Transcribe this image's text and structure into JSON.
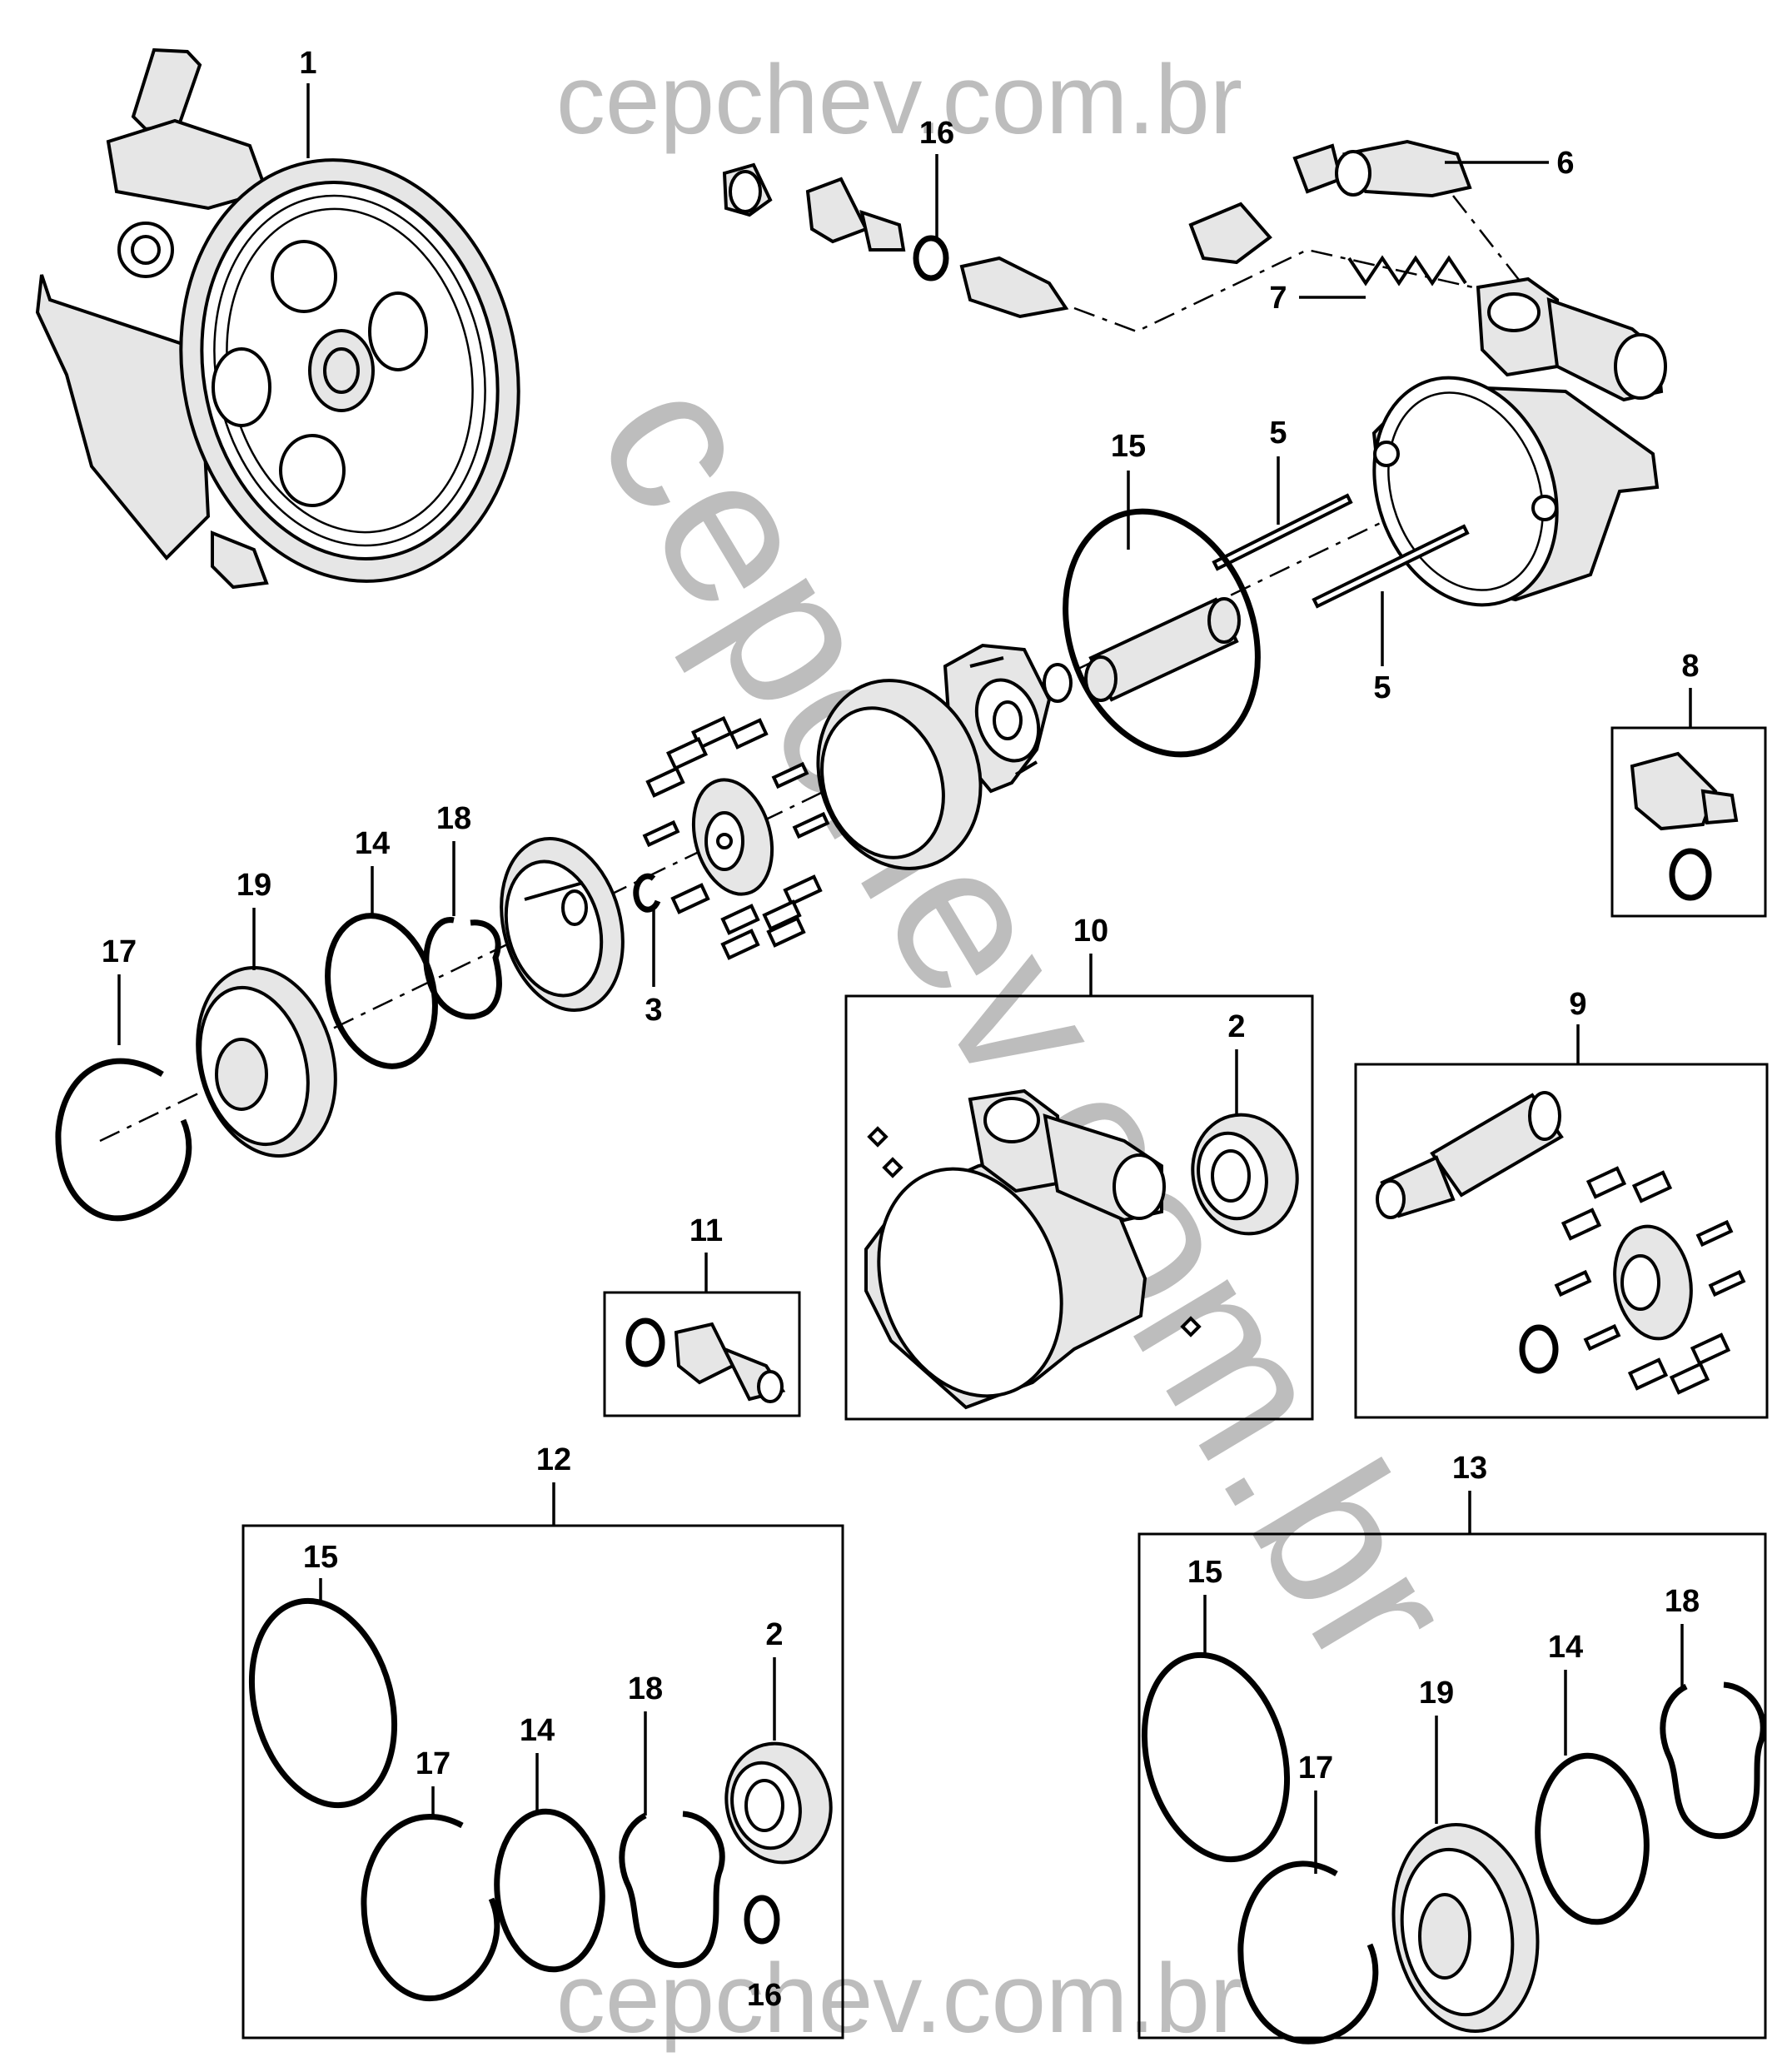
{
  "watermarks": {
    "top": "cepchev.com.br",
    "diagonal": "cepchev.com.br",
    "bottom": "cepchev.com.br"
  },
  "callouts": {
    "c1": "1",
    "c2a": "2",
    "c2b": "2",
    "c3": "3",
    "c5a": "5",
    "c5b": "5",
    "c6": "6",
    "c7": "7",
    "c8": "8",
    "c9": "9",
    "c10": "10",
    "c11": "11",
    "c12": "12",
    "c13": "13",
    "c14a": "14",
    "c14b": "14",
    "c14c": "14",
    "c15a": "15",
    "c15b": "15",
    "c15c": "15",
    "c16a": "16",
    "c16b": "16",
    "c17a": "17",
    "c17b": "17",
    "c17c": "17",
    "c18a": "18",
    "c18b": "18",
    "c18c": "18",
    "c19a": "19",
    "c19b": "19"
  }
}
